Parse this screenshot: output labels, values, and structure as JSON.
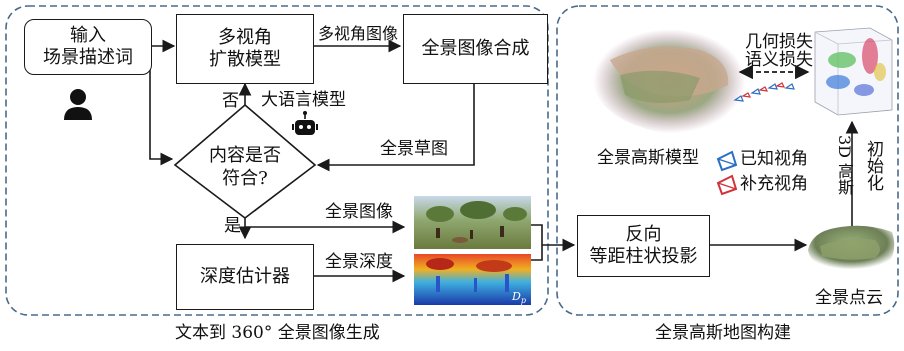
{
  "left_panel": {
    "caption": "文本到 360° 全景图像生成",
    "input_box": {
      "line1": "输入",
      "line2": "场景描述词"
    },
    "diffusion_box": {
      "line1": "多视角",
      "line2": "扩散模型"
    },
    "synthesis_box": "全景图像合成",
    "decision": {
      "line1": "内容是否",
      "line2": "符合?"
    },
    "depth_box": "深度估计器",
    "labels": {
      "multiview_images": "多视角图像",
      "no": "否",
      "llm": "大语言模型",
      "panorama_sketch": "全景草图",
      "yes": "是",
      "panorama_image": "全景图像",
      "panorama_depth": "全景深度"
    },
    "depth_map_label": "D",
    "depth_map_sub": "p"
  },
  "right_panel": {
    "caption": "全景高斯地图构建",
    "back_proj_box": {
      "line1": "反向",
      "line2": "等距柱状投影"
    },
    "geometry_loss": "几何损失",
    "semantic_loss": "语义损失",
    "gaussian_model": "全景高斯模型",
    "legend_known": "已知视角",
    "legend_supp": "补充视角",
    "init": "初始化",
    "init_3d": "3D 高斯",
    "point_cloud": "全景点云"
  },
  "colors": {
    "panel_border": "#4a6a8a",
    "arrow": "#1a1a1a",
    "known_view": "#2a6fc4",
    "supp_view": "#d0333a"
  }
}
